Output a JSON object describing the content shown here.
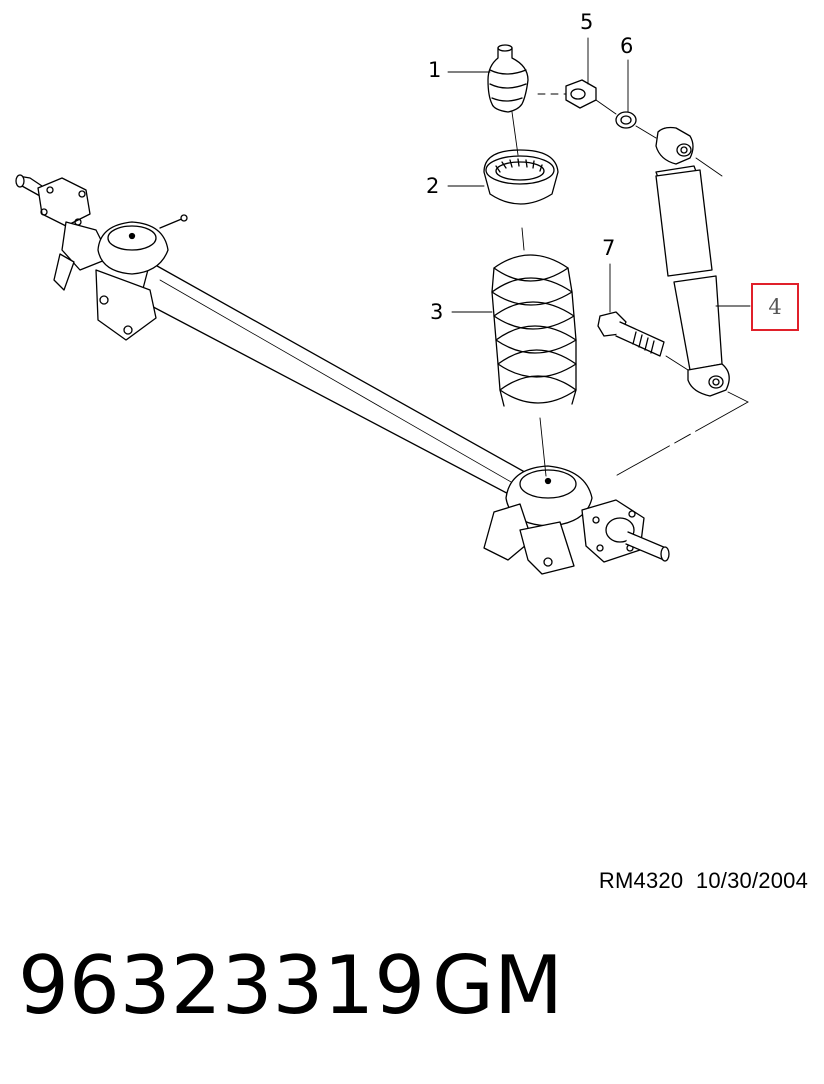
{
  "callouts": {
    "c1": "1",
    "c2": "2",
    "c3": "3",
    "c4": "4",
    "c5": "5",
    "c6": "6",
    "c7": "7"
  },
  "highlight_color": "#e0202a",
  "reference": {
    "code": "RM4320",
    "date": "10/30/2004"
  },
  "part": {
    "number": "96323319",
    "brand": "GM"
  }
}
